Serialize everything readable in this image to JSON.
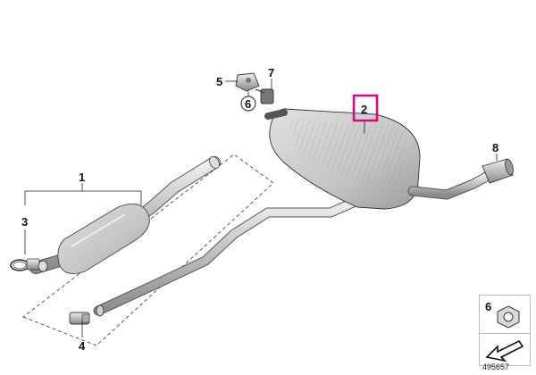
{
  "diagram": {
    "callouts": {
      "c1": "1",
      "c2": "2",
      "c3": "3",
      "c4": "4",
      "c5": "5",
      "c6": "6",
      "c7": "7",
      "c8": "8"
    },
    "legend_part_number": "6",
    "document_number": "495657",
    "colors": {
      "highlight": "#e6007e",
      "line": "#333333",
      "part_fill": "#c9c9c9"
    },
    "icons": [
      "hex-nut-icon",
      "arrow-icon"
    ]
  }
}
